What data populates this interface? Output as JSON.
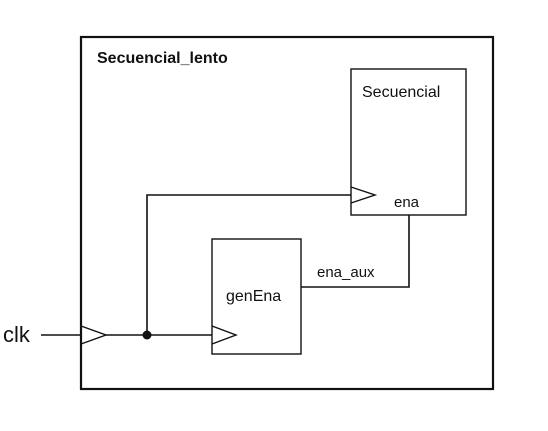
{
  "outer_block": {
    "title": "Secuencial_lento"
  },
  "blocks": {
    "secuencial": {
      "title": "Secuencial",
      "port": "ena"
    },
    "genena": {
      "title": "genEna"
    }
  },
  "signals": {
    "clock_input": "clk",
    "ena_aux": "ena_aux"
  }
}
